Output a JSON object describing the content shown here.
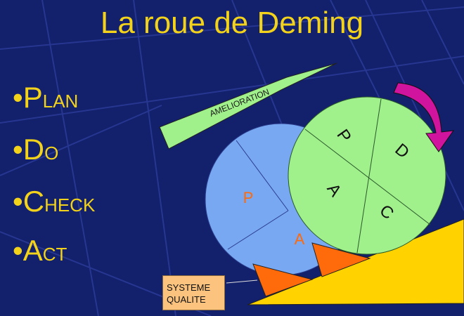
{
  "title": "La roue de Deming",
  "bullets": [
    {
      "big": "P",
      "small": "LAN"
    },
    {
      "big": "D",
      "small": "O"
    },
    {
      "big": "C",
      "small": "HECK"
    },
    {
      "big": "A",
      "small": "CT"
    }
  ],
  "bullet_char": "•",
  "arrow_label": "AMELIORATION",
  "front_wheel": {
    "p": "P",
    "d": "D",
    "a": "A",
    "c": "C"
  },
  "back_wheel": {
    "p": "P",
    "a": "A"
  },
  "quality_box": {
    "line1": "SYSTEME",
    "line2": "QUALITE"
  },
  "colors": {
    "background": "#13206b",
    "title": "#f2d21a",
    "front_wheel": "#a0f08c",
    "back_wheel": "#78a8f2",
    "ramp": "#ffd200",
    "wedge": "#ff6a0a",
    "curl_arrow": "#d0149e"
  }
}
